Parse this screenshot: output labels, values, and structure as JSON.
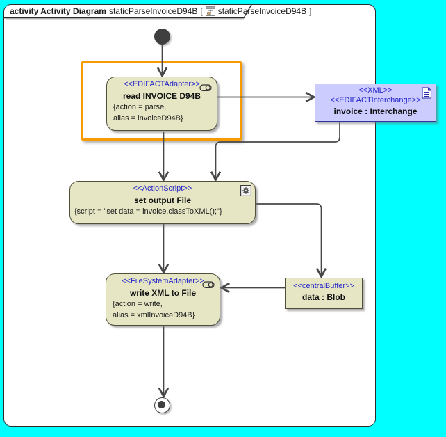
{
  "colors": {
    "background": "#00FFFF",
    "frame_fill": "#FFFFFF",
    "action_fill": "#E6E6C5",
    "object_fill": "#CCCCFF",
    "stereotype_text": "#2424C8",
    "selection_highlight": "#F59B00",
    "edge": "#474747"
  },
  "frame": {
    "keyword": "activity Activity Diagram",
    "diagram_name": "staticParseInvoiceD94B",
    "open_bracket": "[",
    "ref_name": "staticParseInvoiceD94B",
    "close_bracket": "]"
  },
  "nodes": {
    "read_invoice": {
      "stereotype": "<<EDIFACTAdapter>>",
      "name": "read INVOICE D94B",
      "props": [
        "{action = parse,",
        "alias = invoiceD94B}"
      ]
    },
    "invoice_interchange": {
      "stereotype1": "<<XML>>",
      "stereotype2": "<<EDIFACTInterchange>>",
      "name": "invoice : Interchange"
    },
    "set_output_file": {
      "stereotype": "<<ActionScript>>",
      "name": "set output File",
      "props": [
        "{script = \"set data = invoice.classToXML();\"}"
      ]
    },
    "write_xml": {
      "stereotype": "<<FileSystemAdapter>>",
      "name": "write XML to File",
      "props": [
        "{action = write,",
        "alias = xmlInvoiceD94B}"
      ]
    },
    "data_blob": {
      "stereotype": "<<centralBuffer>>",
      "name": "data : Blob"
    }
  }
}
